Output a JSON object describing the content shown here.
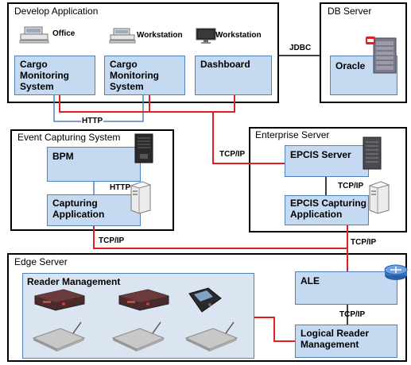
{
  "groups": {
    "develop": "Develop Application",
    "db": "DB Server",
    "event": "Event Capturing System",
    "enterprise": "Enterprise Server",
    "edge": "Edge Server"
  },
  "devices": {
    "office": "Office",
    "workstation1": "Workstation",
    "workstation2": "Workstation"
  },
  "modules": {
    "cargo1": "Cargo Monitoring System",
    "cargo2": "Cargo Monitoring System",
    "dashboard": "Dashboard",
    "oracle": "Oracle",
    "bpm": "BPM",
    "capturing": "Capturing Application",
    "epcis_server": "EPCIS Server",
    "epcis_capturing": "EPCIS Capturing Application",
    "reader_mgmt": "Reader Management",
    "ale": "ALE",
    "logical_reader": "Logical Reader Management"
  },
  "links": {
    "jdbc": "JDBC",
    "http1": "HTTP",
    "http2": "HTTP",
    "tcp_enterprise": "TCP/IP",
    "tcp_epcis": "TCP/IP",
    "tcp_capturing": "TCP/IP",
    "tcp_epcis_ale": "TCP/IP",
    "tcp_ale": "TCP/IP"
  },
  "colors": {
    "module_fill": "#c5d9f1",
    "module_border": "#4f81bd",
    "link_red": "#e02020",
    "link_blue": "#4f81bd"
  }
}
